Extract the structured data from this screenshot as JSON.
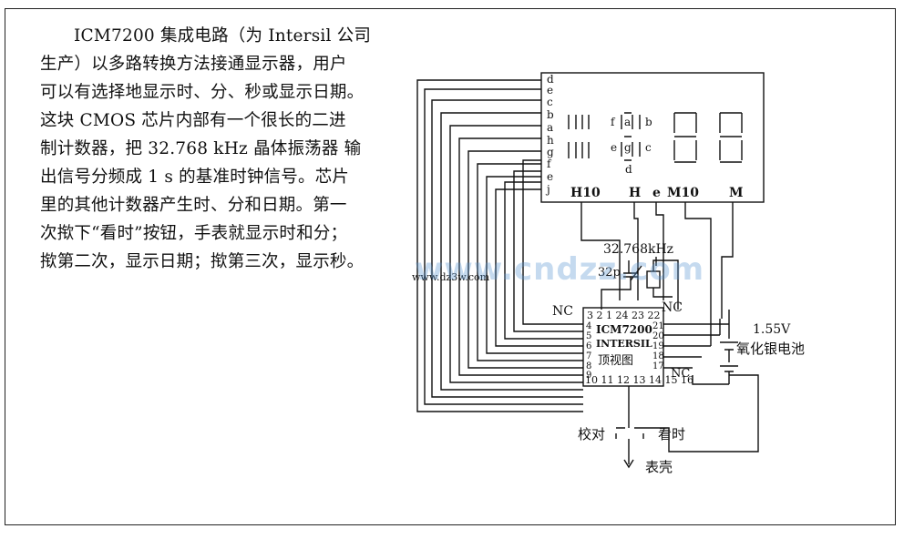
{
  "description_lines": [
    "ICM7200 集成电路（为 Intersil 公司",
    "生产）以多路转换方法接通显示器，用户",
    "可以有选择地显示时、分、秒或显示日期。",
    "这块 CMOS 芯片内部有一个很长的二进",
    "制计数器，把 32.768 kHz 晶体振荡器 输",
    "出信号分频成 1 s 的基准时钟信号。芯片",
    "里的其他计数器产生时、分和日期。第一",
    "次揿下“看时”按钮，手表就显示时和分；",
    "揿第二次，显示日期；揿第三次，显示秒。"
  ],
  "display": {
    "segment_lines": [
      "d",
      "e",
      "c",
      "b",
      "a",
      "h",
      "g",
      "f",
      "e",
      "j"
    ],
    "inner_labels_top": [
      "f",
      "a",
      "b"
    ],
    "inner_labels_mid": [
      "e",
      "g",
      "c"
    ],
    "inner_label_bottom": "d",
    "digit_labels": [
      "H10",
      "H",
      "e",
      "M10",
      "M"
    ]
  },
  "chip": {
    "name": "ICM7200",
    "maker": "INTERSIL",
    "view": "顶视图",
    "top_pins": "3 2 1 24 23 22",
    "bottom_pins": "10 11 12 13 14 15 16",
    "left_pins": [
      "4",
      "5",
      "6",
      "7",
      "8",
      "9"
    ],
    "right_pins": [
      "21",
      "20",
      "19",
      "18",
      "17"
    ],
    "nc_left": "NC",
    "nc_right": "NC",
    "nc_bottom": "NC"
  },
  "crystal": {
    "freq": "32.768kHz",
    "cap": "32p"
  },
  "battery": {
    "voltage": "1.55V",
    "label": "氧化银电池"
  },
  "buttons": {
    "set": "校对",
    "view": "看时",
    "case": "表壳"
  },
  "watermark": "www.cndzz.com",
  "watermark_small": "www.dz3w.com"
}
